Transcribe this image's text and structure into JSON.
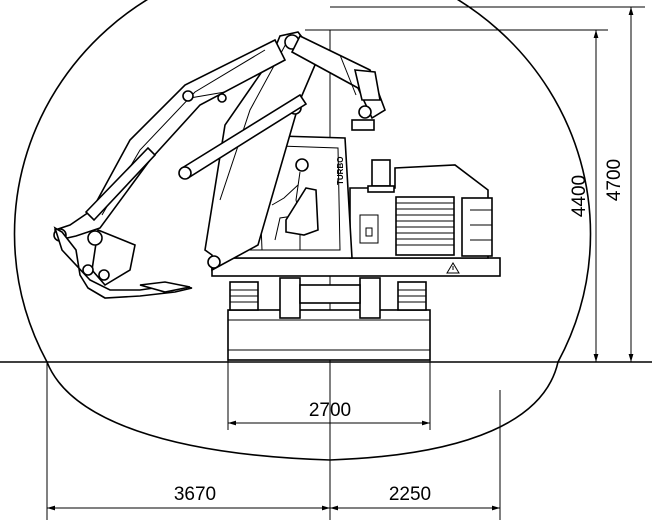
{
  "dimensions": {
    "height_inner": "4400",
    "height_outer": "4700",
    "track_width": "2700",
    "radius_left": "3670",
    "radius_right": "2250"
  },
  "machine": {
    "cab_logo": "TURBO"
  },
  "icons": {
    "warning": "warning-triangle-icon"
  }
}
